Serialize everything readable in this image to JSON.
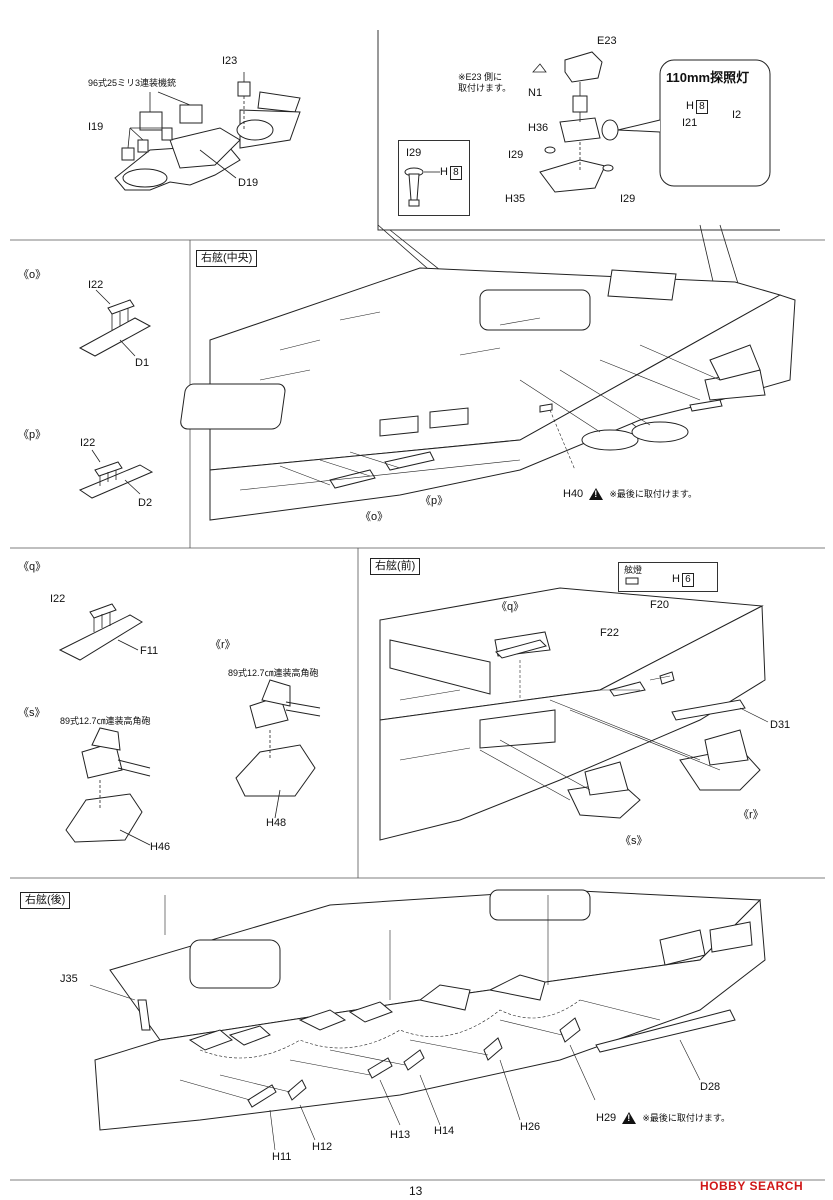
{
  "top": {
    "aa25": {
      "label": "96式25ミリ3連装機銃",
      "i19": "I19",
      "i23": "I23",
      "d19": "D19"
    },
    "inset_i29": {
      "i29": "I29",
      "h": "H",
      "h_num": "8"
    },
    "searchlight": {
      "e23": "E23",
      "note": "※E23 側に\n取付けます。",
      "n1": "N1",
      "h36": "H36",
      "i29a": "I29",
      "h35": "H35",
      "i29b": "I29",
      "callout_title": "110mm探照灯",
      "h": "H",
      "h_num": "8",
      "i21": "I21",
      "i2": "I2"
    }
  },
  "o_p": {
    "o": {
      "marker": "《o》",
      "i22": "I22",
      "d1": "D1"
    },
    "p": {
      "marker": "《p》",
      "i22": "I22",
      "d2": "D2"
    }
  },
  "mid": {
    "title": "右舷(中央)",
    "h40": "H40",
    "h40_note": "※最後に取付けます。",
    "o_marker": "《o》",
    "p_marker": "《p》"
  },
  "q_r_s": {
    "q": {
      "marker": "《q》",
      "i22": "I22",
      "f11": "F11"
    },
    "r": {
      "marker": "《r》",
      "gun": "89式12.7㎝連装高角砲",
      "h48": "H48"
    },
    "s": {
      "marker": "《s》",
      "gun": "89式12.7㎝連装高角砲",
      "h46": "H46"
    }
  },
  "fwd": {
    "title": "右舷(前)",
    "lamp_label": "舷燈",
    "h": "H",
    "h_num": "6",
    "q_marker": "《q》",
    "f20": "F20",
    "f22": "F22",
    "d31": "D31",
    "r_marker": "《r》",
    "s_marker": "《s》"
  },
  "aft": {
    "title": "右舷(後)",
    "j35": "J35",
    "d28": "D28",
    "h29": "H29",
    "h29_note": "※最後に取付けます。",
    "h11": "H11",
    "h12": "H12",
    "h13": "H13",
    "h14": "H14",
    "h26": "H26"
  },
  "footer": {
    "page": "13",
    "watermark": "HOBBY SEARCH"
  }
}
